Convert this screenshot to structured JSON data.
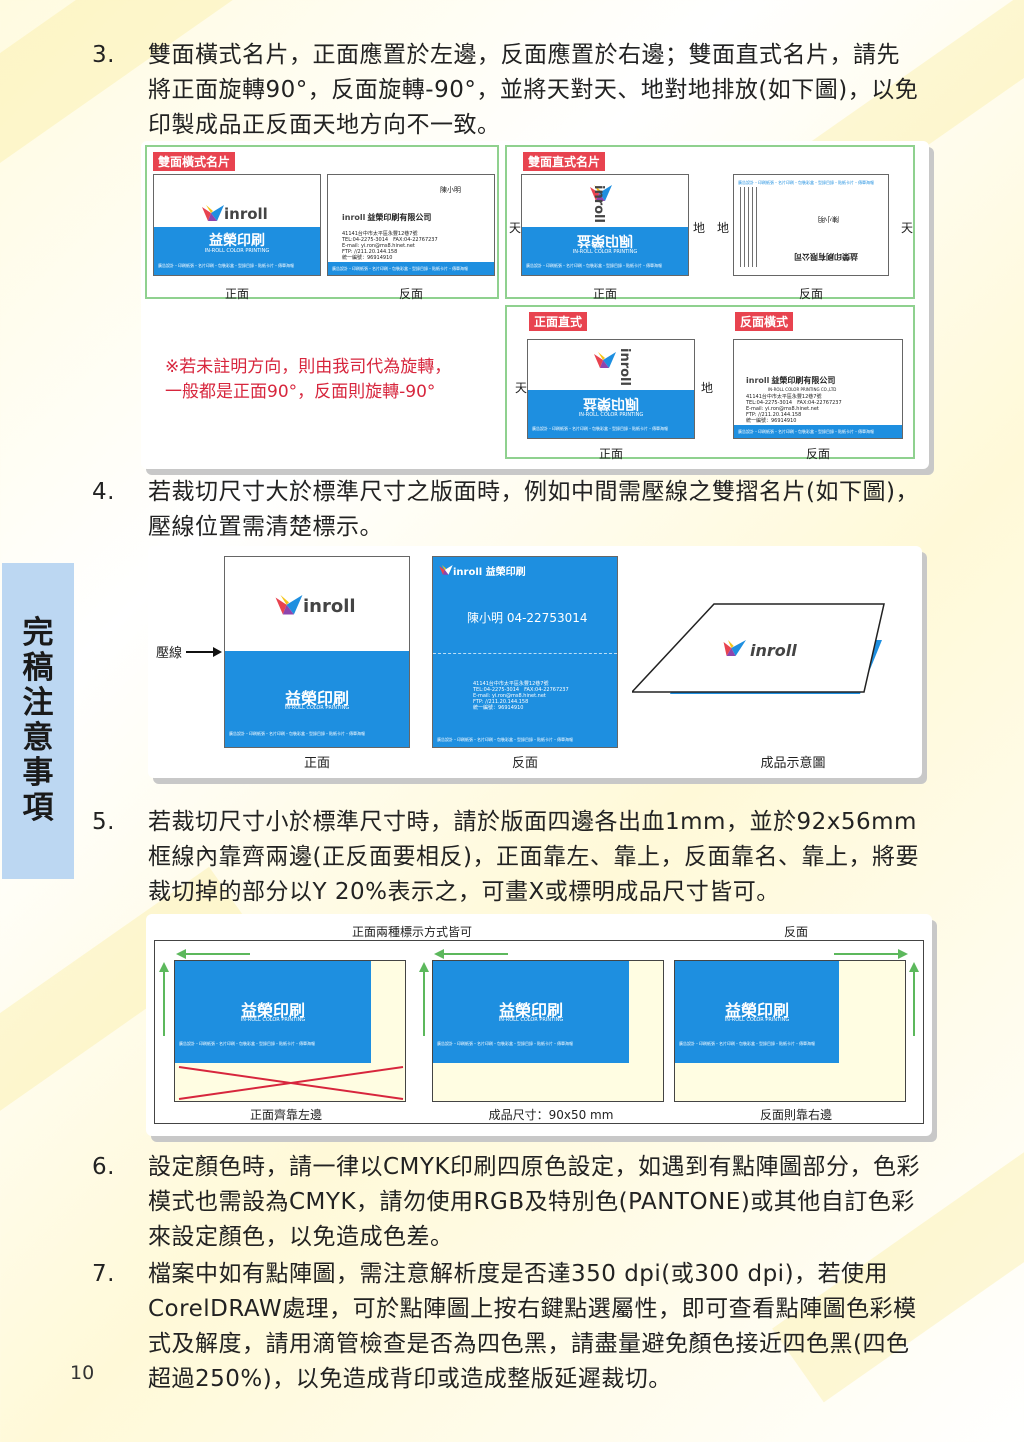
{
  "page_number": "10",
  "side_tab": [
    "完",
    "稿",
    "注",
    "意",
    "事",
    "項"
  ],
  "items": [
    {
      "num": "3.",
      "lines": [
        "雙面橫式名片，正面應置於左邊，反面應置於右邊；雙面直式名片，請先",
        "將正面旋轉90°，反面旋轉-90°，並將天對天、地對地排放(如下圖)，以免",
        "印製成品正反面天地方向不一致。"
      ]
    },
    {
      "num": "4.",
      "lines": [
        "若裁切尺寸大於標準尺寸之版面時，例如中間需壓線之雙摺名片(如下圖)，",
        "壓線位置需清楚標示。"
      ]
    },
    {
      "num": "5.",
      "lines": [
        "若裁切尺寸小於標準尺寸時，請於版面四邊各出血1mm，並於92x56mm",
        "框線內靠齊兩邊(正反面要相反)，正面靠左、靠上，反面靠名、靠上，將要",
        "裁切掉的部分以Y 20%表示之，可畫X或標明成品尺寸皆可。"
      ]
    },
    {
      "num": "6.",
      "lines": [
        "設定顏色時，請一律以CMYK印刷四原色設定，如遇到有點陣圖部分，色彩",
        "模式也需設為CMYK，請勿使用RGB及特別色(PANTONE)或其他自訂色彩",
        "來設定顏色，以免造成色差。"
      ]
    },
    {
      "num": "7.",
      "lines": [
        "檔案中如有點陣圖，需注意解析度是否達350 dpi(或300 dpi)，若使用",
        "CorelDRAW處理，可於點陣圖上按右鍵點選屬性，即可查看點陣圖色彩模",
        "式及解度，請用滴管檢查是否為四色黑，請盡量避免顏色接近四色黑(四色",
        "超過250%)，以免造成背印或造成整版延遲裁切。"
      ]
    }
  ],
  "fig1": {
    "tag_horizontal": "雙面橫式名片",
    "tag_vertical": "雙面直式名片",
    "tag_front_vertical": "正面直式",
    "tag_back_horizontal": "反面橫式",
    "front": "正面",
    "back": "反面",
    "sky": "天",
    "ground": "地",
    "note": [
      "※若未註明方向，則由我司代為旋轉，",
      "一般都是正面90°，反面則旋轉-90°"
    ],
    "logo": "inroll",
    "brand": "益榮印刷",
    "brand_en": "IN-ROLL COLOR PRINTING",
    "company": "益榮印刷有限公司",
    "company_en": "IN-ROLL COLOR PRINTING CO.,LTD",
    "person": "陳小明",
    "address": "41141台中市太平區永豐12巷7號",
    "tel": "TEL:04-2275-3014　FAX:04-22767237",
    "email": "E-mail: yi.ron@ms8.hinet.net",
    "ftp": "FTP: //211.20.144.158",
    "unified": "統一編號：96914910",
    "services": "廣告設計・印刷紙張・名片印刷・包裝彩盒・型錄目錄・貼紙卡片・傳單海報"
  },
  "fig2": {
    "crease_label": "壓線",
    "front": "正面",
    "back": "反面",
    "result": "成品示意圖",
    "back_header": "inroll 益榮印刷",
    "back_contact": "陳小明 04-22753014"
  },
  "fig3": {
    "top_left_label": "正面兩種標示方式皆可",
    "top_right_label": "反面",
    "bottom_left": "正面齊靠左邊",
    "bottom_mid": "成品尺寸：90x50 mm",
    "bottom_right": "反面則靠右邊"
  },
  "colors": {
    "brand_blue": "#1e8fe0",
    "frame_green": "#8fd18f",
    "tag_red": "#e8434f",
    "note_red": "#d7263d",
    "arrow_green": "#5cb85c"
  }
}
